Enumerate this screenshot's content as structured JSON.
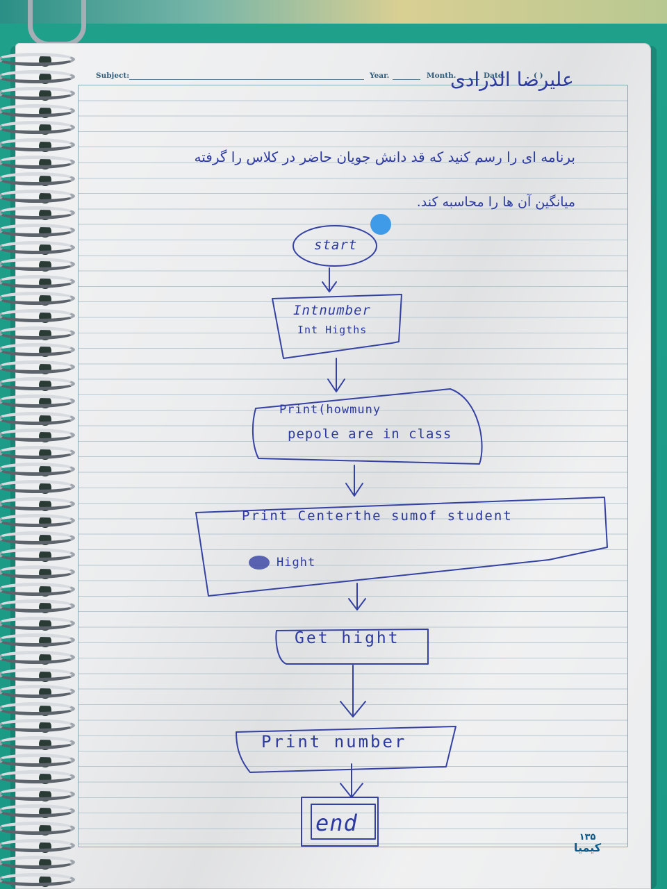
{
  "header": {
    "name_handwritten": "علیرضا الدرادی",
    "subject_label": "Subject:",
    "year_label": "Year.",
    "month_label": "Month.",
    "date_label": "Date.",
    "date_brackets": "(     )"
  },
  "question": {
    "line1": "برنامه ای را رسم کنید که قد دانش جویان حاضر در کلاس را گرفته",
    "line2": "میانگین آن ها را محاسبه کند."
  },
  "flowchart": {
    "start": "start",
    "input_line1": "Intnumber",
    "input_line2": "Int Higths",
    "print1_line1": "Print(howmuny",
    "print1_line2": "pepole are in class",
    "print2_line1": "Print Centerthe sumof student",
    "print2_line2": "Hight",
    "get": "Get hight",
    "print3": "Print number",
    "end": "end"
  },
  "logo": {
    "number": "۱۳۵",
    "brand": "کیمیا"
  },
  "colors": {
    "ink": "#2c3aa0",
    "paper": "#ecedee",
    "backdrop": "#1f9a84",
    "rule": "#b8c8d0",
    "marker_dot": "#3f9ae8"
  }
}
